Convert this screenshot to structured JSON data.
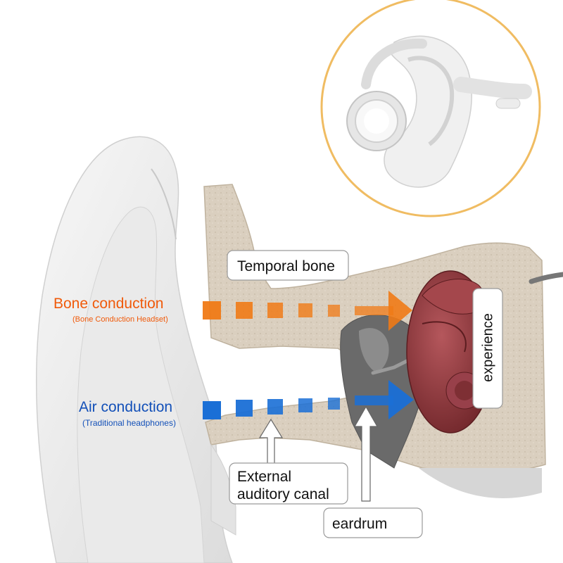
{
  "labels": {
    "bone_conduction": "Bone conduction",
    "bone_conduction_sub": "(Bone Conduction Headset)",
    "air_conduction": "Air conduction",
    "air_conduction_sub": "(Traditional headphones)",
    "temporal_bone": "Temporal bone",
    "external_canal_line1": "External",
    "external_canal_line2": "auditory canal",
    "eardrum": "eardrum",
    "experience": "experience"
  },
  "colors": {
    "bone_arrow": "#f07a16",
    "air_arrow": "#1a6fd6",
    "bone_text": "#f05a0a",
    "air_text": "#1350b8",
    "inset_ring": "#f0bc62",
    "bone_texture": "#d8cdbd",
    "cochlea": "#8e3a3f"
  },
  "icons": {
    "inset": "bone-conduction-headset-on-ear-icon",
    "ear": "human-ear-cross-section-icon",
    "cochlea": "cochlea-icon"
  }
}
